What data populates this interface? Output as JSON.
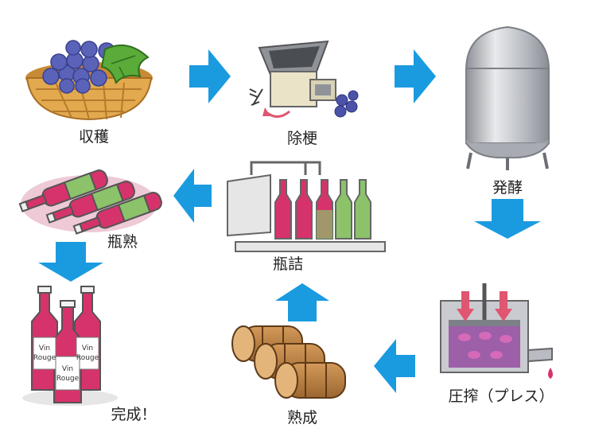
{
  "steps": [
    {
      "key": "harvest",
      "label": "収穫"
    },
    {
      "key": "destem",
      "label": "除梗"
    },
    {
      "key": "ferment",
      "label": "発酵"
    },
    {
      "key": "press",
      "label": "圧搾（プレス）"
    },
    {
      "key": "mature",
      "label": "熟成"
    },
    {
      "key": "bottle",
      "label": "瓶詰"
    },
    {
      "key": "bottle_age",
      "label": "瓶熟"
    },
    {
      "key": "done",
      "label": "完成！"
    }
  ],
  "bottle_label": {
    "line1": "Vin",
    "line2": "Rouge"
  },
  "colors": {
    "arrow": "#1a9be0",
    "grape": "#5a63b8",
    "wine": "#d6336c",
    "press_arrow": "#e0556f",
    "basket": "#e2a94f",
    "tank": "#b9bcc2",
    "barrel": "#b87a3e",
    "green_bottle": "#8cc26a"
  }
}
